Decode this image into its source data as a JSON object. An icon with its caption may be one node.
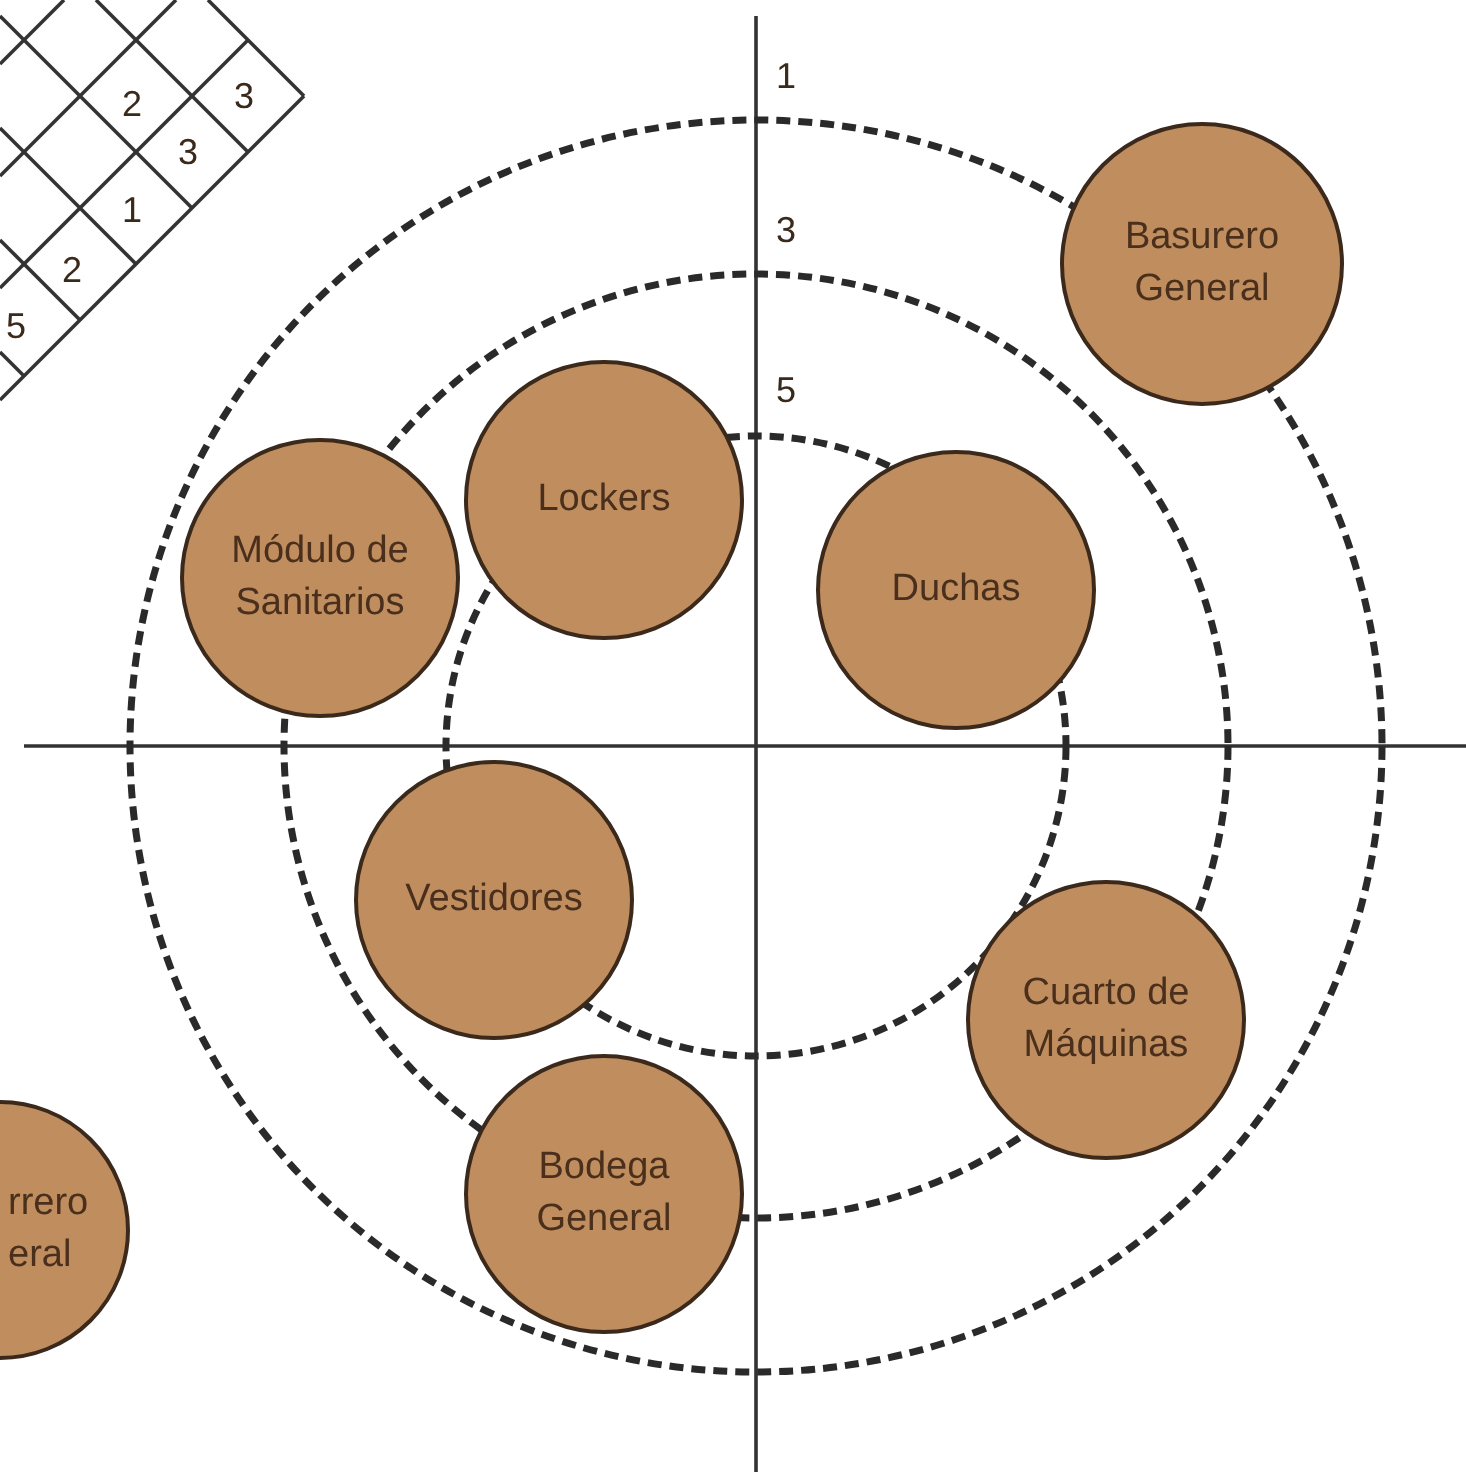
{
  "diagram": {
    "nodes": [
      {
        "text": [
          "Basurero General"
        ]
      },
      {
        "text": [
          "Módulo de Sanitarios"
        ]
      },
      {
        "text": [
          "Lockers"
        ]
      },
      {
        "text": [
          "Duchas"
        ]
      },
      {
        "text": [
          "Vestidores"
        ]
      },
      {
        "text": [
          "Cuarto de Máquinas"
        ]
      },
      {
        "text": [
          "Bodega General"
        ]
      },
      {
        "text": [
          "rrero eral"
        ]
      }
    ],
    "labels": [
      "1",
      "2",
      "3",
      "3",
      "3",
      "1",
      "2",
      "5",
      "5"
    ]
  }
}
